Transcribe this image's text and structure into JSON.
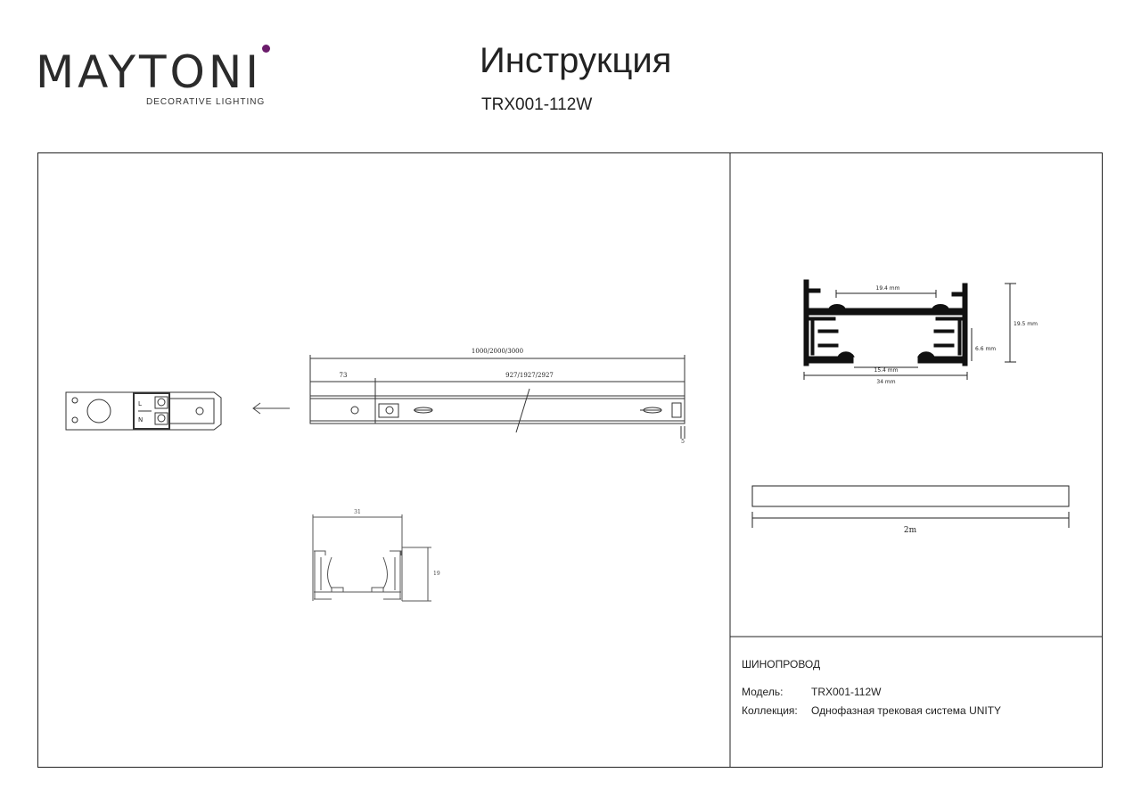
{
  "header": {
    "logo_word": "MAYTONI",
    "logo_sub": "DECORATIVE LIGHTING",
    "title": "Инструкция",
    "model": "TRX001-112W"
  },
  "drawing": {
    "len_total": "1000/2000/3000",
    "len_inner": "927/1927/2927",
    "len_end": "73",
    "len_end_gap": "5",
    "front_width": "31",
    "front_height": "19",
    "profile_inner": "19.4 mm",
    "profile_height": "19.5 mm",
    "profile_slot": "6.6 mm",
    "profile_bottom": "15.4 mm",
    "profile_width": "34 mm",
    "rail_length": "2m",
    "connector_L": "L",
    "connector_N": "N"
  },
  "info": {
    "heading": "ШИНОПРОВОД",
    "model_label": "Модель:",
    "model_value": "TRX001-112W",
    "collection_label": "Коллекция:",
    "collection_value": "Однофазная трековая система UNITY"
  }
}
